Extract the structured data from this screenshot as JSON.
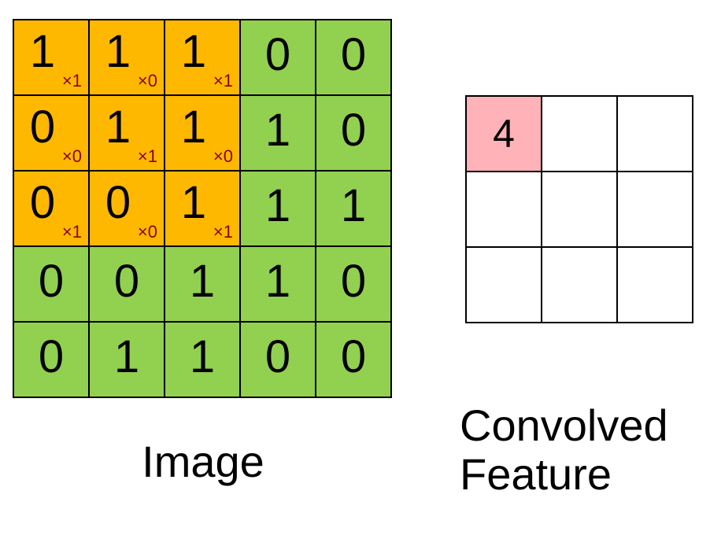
{
  "colors": {
    "kernel_fill": "#FFB800",
    "image_fill": "#92D050",
    "conv_filled": "#FFB3B8",
    "conv_empty": "#FFFFFF",
    "weight_text": "#8B0000",
    "border": "#000000"
  },
  "image": {
    "label": "Image",
    "rows": [
      [
        1,
        1,
        1,
        0,
        0
      ],
      [
        0,
        1,
        1,
        1,
        0
      ],
      [
        0,
        0,
        1,
        1,
        1
      ],
      [
        0,
        0,
        1,
        1,
        0
      ],
      [
        0,
        1,
        1,
        0,
        0
      ]
    ]
  },
  "kernel": {
    "rows": 3,
    "cols": 3,
    "weights": [
      [
        "×1",
        "×0",
        "×1"
      ],
      [
        "×0",
        "×1",
        "×0"
      ],
      [
        "×1",
        "×0",
        "×1"
      ]
    ]
  },
  "convolved": {
    "label_line1": "Convolved",
    "label_line2": "Feature",
    "rows": [
      [
        "4",
        "",
        ""
      ],
      [
        "",
        "",
        ""
      ],
      [
        "",
        "",
        ""
      ]
    ]
  }
}
